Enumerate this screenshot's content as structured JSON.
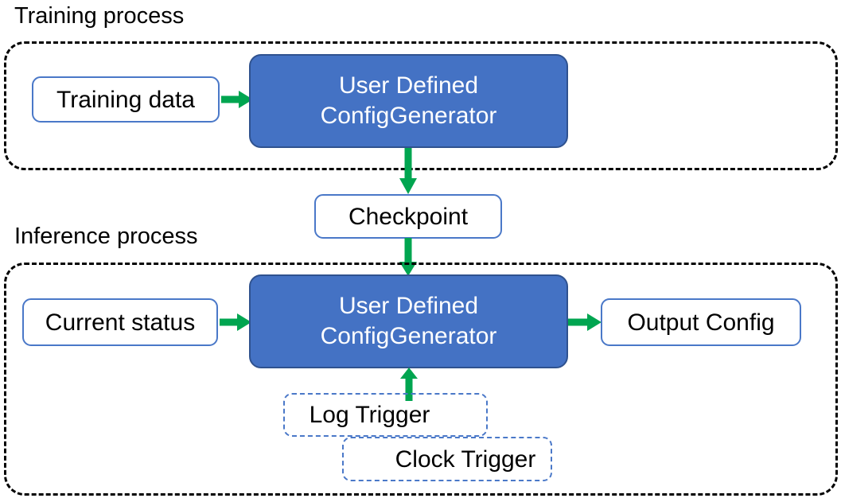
{
  "diagram": {
    "title_training": "Training process",
    "title_inference": "Inference process",
    "colors": {
      "process_fill": "#4472C4",
      "process_border": "#2F528F",
      "node_border": "#4A78C8",
      "arrow_green": "#00A550",
      "group_border": "#000000",
      "text_dark": "#000000",
      "text_light": "#FFFFFF"
    },
    "training": {
      "input_label": "Training data",
      "process_line1": "User Defined",
      "process_line2": "ConfigGenerator"
    },
    "checkpoint": {
      "label": "Checkpoint"
    },
    "inference": {
      "input_label": "Current status",
      "process_line1": "User Defined",
      "process_line2": "ConfigGenerator",
      "output_label": "Output Config",
      "trigger_log": "Log Trigger",
      "trigger_clock": "Clock Trigger"
    }
  }
}
